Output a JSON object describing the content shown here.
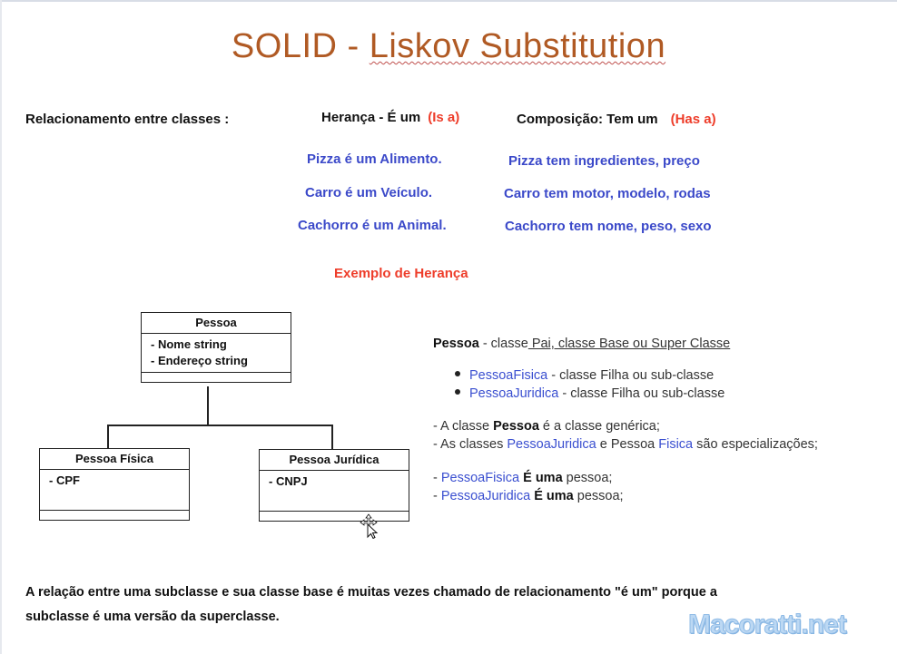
{
  "title": {
    "part1": "SOLID - ",
    "part2": "Liskov Substitution"
  },
  "relationship_label": "Relacionamento entre classes  :",
  "inheritance": {
    "header": "Herança - É um",
    "tag": "(Is a)",
    "examples": [
      "Pizza é um Alimento.",
      "Carro é um Veículo.",
      "Cachorro é um Animal."
    ]
  },
  "composition": {
    "header": "Composição:  Tem um",
    "tag": "(Has a)",
    "examples": [
      "Pizza tem ingredientes, preço",
      "Carro tem motor, modelo, rodas",
      "Cachorro tem nome, peso, sexo"
    ]
  },
  "example_title": "Exemplo de Herança",
  "uml": {
    "base": {
      "name": "Pessoa",
      "attrs": [
        "- Nome string",
        "- Endereço string"
      ]
    },
    "child1": {
      "name": "Pessoa Física",
      "attrs": [
        "- CPF"
      ]
    },
    "child2": {
      "name": "Pessoa Jurídica",
      "attrs": [
        "- CNPJ"
      ]
    }
  },
  "explanation": {
    "line1_bold": "Pessoa",
    "line1_mid": " - classe",
    "line1_link": " Pai, classe Base ou Super Classe",
    "bullets": [
      {
        "link": "PessoaFisica",
        "rest": " - classe Filha ou sub-classe"
      },
      {
        "link": "PessoaJuridica",
        "rest": " - classe Filha ou sub-classe"
      }
    ],
    "p2_l1_a": "- A classe ",
    "p2_l1_b": "Pessoa",
    "p2_l1_c": " é a classe genérica;",
    "p2_l2_a": "- As classes ",
    "p2_l2_b": "PessoaJuridica",
    "p2_l2_c": " e Pessoa ",
    "p2_l2_d": "Fisica",
    "p2_l2_e": " são especializações;",
    "p3_l1_a": "- ",
    "p3_l1_b": "PessoaFisica",
    "p3_l1_c": " É uma",
    "p3_l1_d": " pessoa;",
    "p3_l2_a": "- ",
    "p3_l2_b": "PessoaJuridica",
    "p3_l2_c": " É uma",
    "p3_l2_d": " pessoa;"
  },
  "bottom_text": {
    "line1": "A relação entre uma subclasse e sua classe base é muitas vezes chamado de relacionamento \"é um\" porque a",
    "line2": "subclasse é uma versão da superclasse."
  },
  "logo": "Macoratti.net",
  "colors": {
    "title": "#b05a24",
    "example_blue": "#3b49c9",
    "tag_red": "#ee3d2a",
    "link_blue": "#3a4fd0"
  }
}
